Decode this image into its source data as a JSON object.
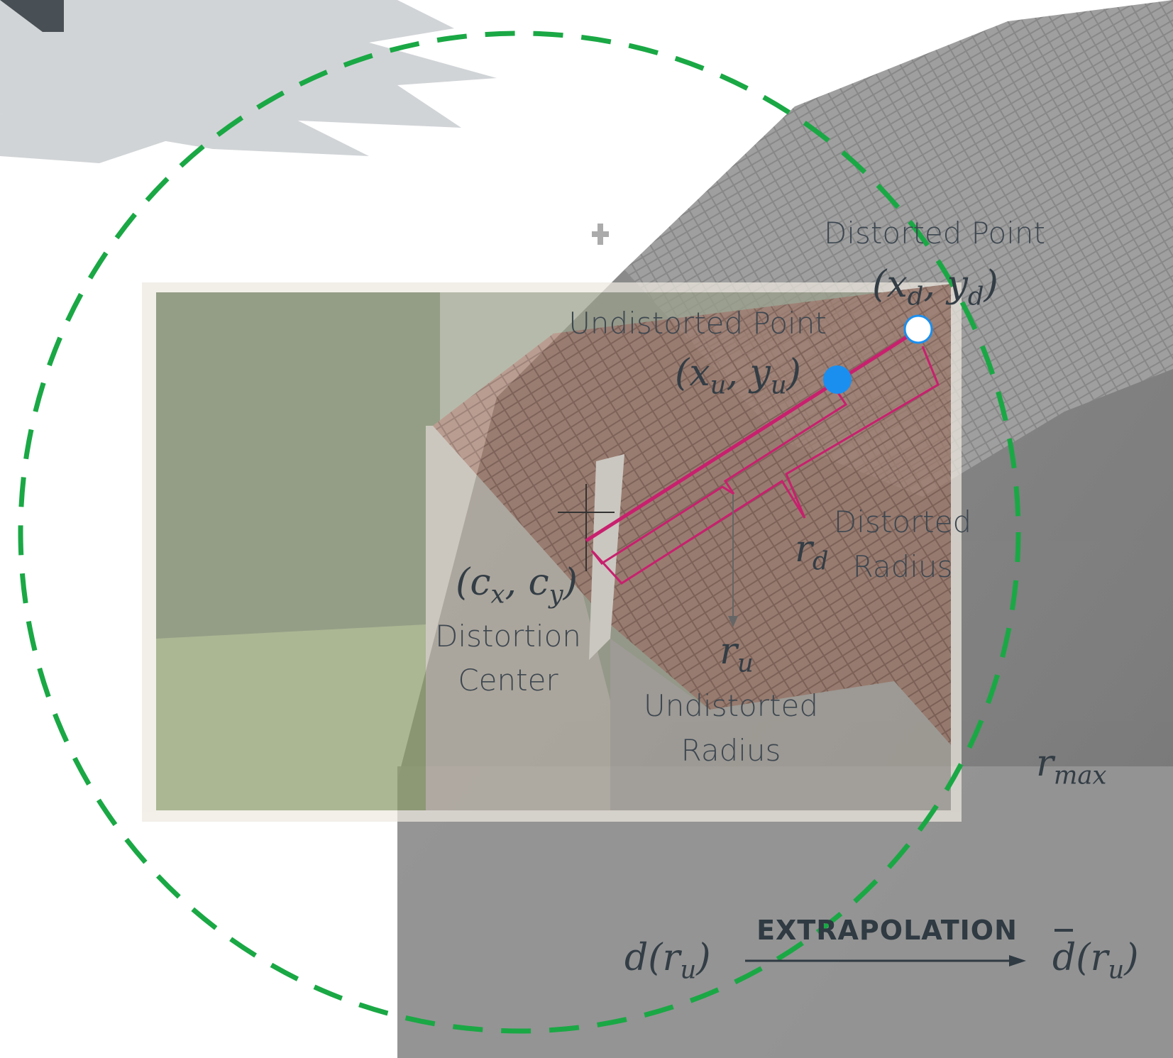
{
  "colors": {
    "circle": "#1aa845",
    "radius_line": "#c8206e",
    "undistorted_dot": "#1a8ff0",
    "text": "#3d4750"
  },
  "labels": {
    "distorted_point_title": "Distorted Point",
    "distorted_point_coords": {
      "open": "(",
      "x": "x",
      "x_sub": "d",
      "sep": ", ",
      "y": "y",
      "y_sub": "d",
      "close": ")"
    },
    "undistorted_point_title": "Undistorted Point",
    "undistorted_point_coords": {
      "open": "(",
      "x": "x",
      "x_sub": "u",
      "sep": ", ",
      "y": "y",
      "y_sub": "u",
      "close": ")"
    },
    "center_coords": {
      "open": "(",
      "x": "c",
      "x_sub": "x",
      "sep": ", ",
      "y": "c",
      "y_sub": "y",
      "close": ")"
    },
    "distortion_center_line1": "Distortion",
    "distortion_center_line2": "Center",
    "rd_symbol": {
      "base": "r",
      "sub": "d"
    },
    "distorted_radius_line1": "Distorted",
    "distorted_radius_line2": "Radius",
    "ru_symbol": {
      "base": "r",
      "sub": "u"
    },
    "undistorted_radius_line1": "Undistorted",
    "undistorted_radius_line2": "Radius",
    "rmax_symbol": {
      "base": "r",
      "sub": "max"
    },
    "extrapolation": "EXTRAPOLATION",
    "d_of_ru": {
      "fn": "d",
      "open": "(",
      "base": "r",
      "sub": "u",
      "close": ")"
    },
    "dbar_of_ru": {
      "fn": "d",
      "open": "(",
      "base": "r",
      "sub": "u",
      "close": ")"
    }
  }
}
